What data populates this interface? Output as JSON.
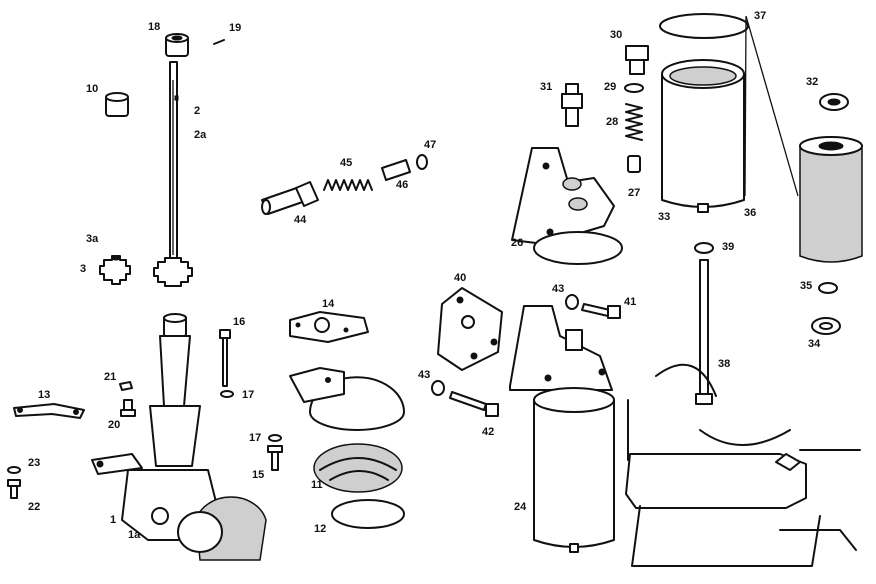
{
  "labels": {
    "l1": "1",
    "l1a": "1a",
    "l2": "2",
    "l2a": "2a",
    "l3": "3",
    "l3a": "3a",
    "l10": "10",
    "l11": "11",
    "l12": "12",
    "l13": "13",
    "l14": "14",
    "l15": "15",
    "l16": "16",
    "l17a": "17",
    "l17b": "17",
    "l18": "18",
    "l19": "19",
    "l20": "20",
    "l21": "21",
    "l22": "22",
    "l23": "23",
    "l24": "24",
    "l26": "26",
    "l27": "27",
    "l28": "28",
    "l29": "29",
    "l30": "30",
    "l31": "31",
    "l32": "32",
    "l33": "33",
    "l34": "34",
    "l35": "35",
    "l36": "36",
    "l37": "37",
    "l38": "38",
    "l39": "39",
    "l40": "40",
    "l41": "41",
    "l42": "42",
    "l43a": "43",
    "l43b": "43",
    "l44": "44",
    "l45": "45",
    "l46": "46",
    "l47": "47"
  }
}
